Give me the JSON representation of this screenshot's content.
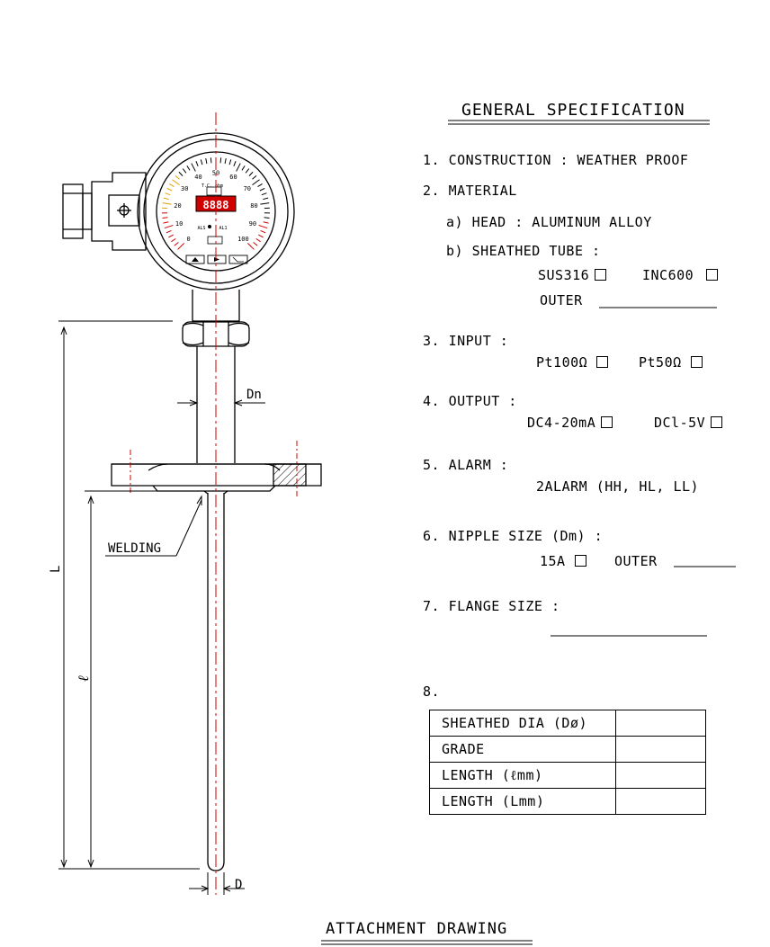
{
  "spec": {
    "title": "GENERAL SPECIFICATION",
    "item1": "1. CONSTRUCTION : WEATHER PROOF",
    "item2": "2. MATERIAL",
    "item2a": "a) HEAD : ALUMINUM ALLOY",
    "item2b": "b) SHEATHED TUBE :",
    "sus316": "SUS316",
    "inc600": "INC600",
    "outer": "OUTER",
    "item3": "3. INPUT :",
    "pt100": "Pt100Ω",
    "pt50": "Pt50Ω",
    "item4": "4. OUTPUT :",
    "dc420": "DC4-20mA",
    "dc15": "DCl-5V",
    "item5": "5. ALARM :",
    "alarm_value": "2ALARM (HH, HL, LL)",
    "item6": "6. NIPPLE SIZE (Dm) :",
    "size15a": "15A",
    "outer2": "OUTER",
    "item7": "7. FLANGE SIZE :",
    "item8": "8.",
    "table": [
      {
        "label": "SHEATHED DIA (Dø)",
        "value": ""
      },
      {
        "label": "GRADE",
        "value": ""
      },
      {
        "label": "LENGTH (ℓmm)",
        "value": ""
      },
      {
        "label": "LENGTH (Lmm)",
        "value": ""
      }
    ]
  },
  "drawing": {
    "dim_dn": "Dn",
    "dim_l_total": "L",
    "dim_l_insert": "ℓ",
    "dim_d": "D",
    "welding_label": "WELDING",
    "gauge_unit": "T.C. ohm",
    "gauge_scale": [
      "0",
      "10",
      "20",
      "30",
      "40",
      "50",
      "60",
      "70",
      "80",
      "90",
      "100"
    ],
    "display_value": "8888",
    "status_left": "ALS",
    "status_right": "AL1",
    "button_icons": [
      "up-triangle-icon",
      "right-triangle-icon",
      "enter-icon"
    ]
  },
  "footer": {
    "caption": "ATTACHMENT DRAWING"
  }
}
